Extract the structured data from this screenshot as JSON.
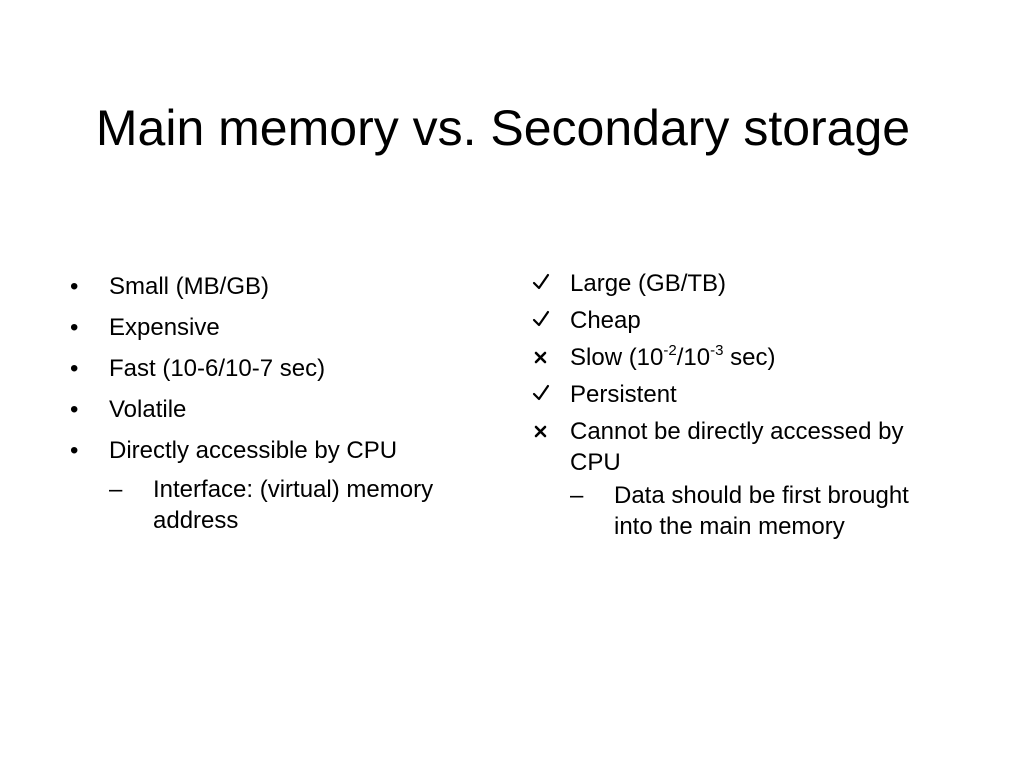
{
  "title": "Main memory vs. Secondary storage",
  "left_column": {
    "items": [
      {
        "marker": "•",
        "text": "Small (MB/GB)"
      },
      {
        "marker": "•",
        "text": "Expensive"
      },
      {
        "marker": "•",
        "text": "Fast (10-6/10-7 sec)"
      },
      {
        "marker": "•",
        "text": "Volatile"
      },
      {
        "marker": "•",
        "text": "Directly accessible by CPU"
      }
    ],
    "sub_item": {
      "marker": "–",
      "text": "Interface: (virtual) memory address"
    }
  },
  "right_column": {
    "items": [
      {
        "marker_icon": "check-icon",
        "text": "Large (GB/TB)"
      },
      {
        "marker_icon": "check-icon",
        "text": "Cheap"
      },
      {
        "marker_icon": "cross-icon",
        "text_before": "Slow (10",
        "sup1": "-2",
        "text_mid": "/10",
        "sup2": "-3",
        "text_after": " sec)"
      },
      {
        "marker_icon": "check-icon",
        "text": "Persistent"
      },
      {
        "marker_icon": "cross-icon",
        "text": "Cannot be directly accessed by CPU"
      }
    ],
    "sub_item": {
      "marker": "–",
      "text": "Data should be first brought into the main memory"
    }
  }
}
